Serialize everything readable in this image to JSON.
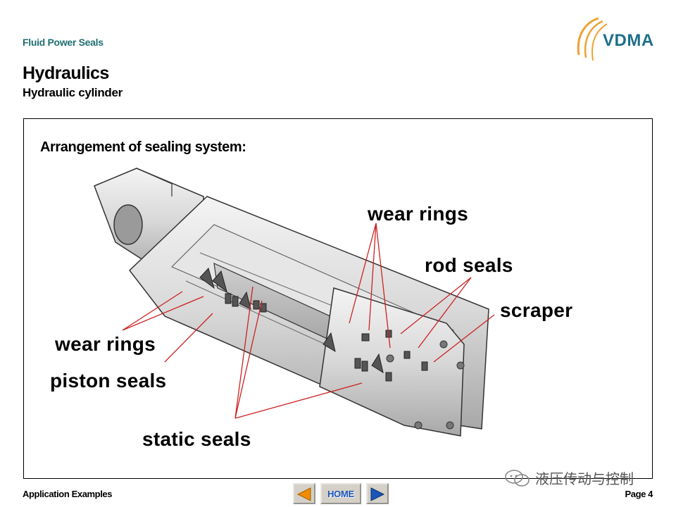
{
  "header": {
    "category": "Fluid Power Seals",
    "title": "Hydraulics",
    "subtitle": "Hydraulic cylinder"
  },
  "logo": {
    "text": "VDMA"
  },
  "main": {
    "heading": "Arrangement of sealing system:",
    "labels": {
      "wear_rings_top": "wear rings",
      "rod_seals": "rod seals",
      "scraper": "scraper",
      "wear_rings_left": "wear rings",
      "piston_seals": "piston seals",
      "static_seals": "static seals"
    }
  },
  "footer": {
    "left": "Application Examples",
    "right": "Page 4",
    "home_label": "HOME",
    "watermark": "液压传动与控制"
  },
  "colors": {
    "accent_teal": "#1f6f6f",
    "logo_blue": "#1f6f8a",
    "logo_orange": "#f0a030",
    "callout_line": "#cc2222",
    "nav_arrow_orange": "#f28c00",
    "nav_arrow_blue": "#1a55b8"
  }
}
